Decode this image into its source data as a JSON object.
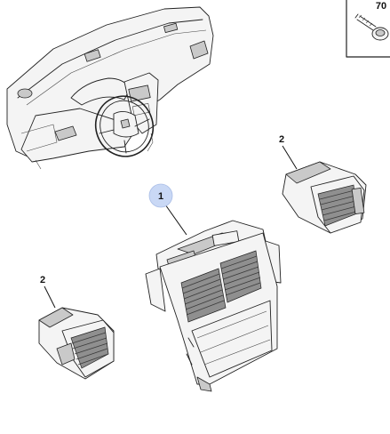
{
  "callouts": [
    {
      "id": "1",
      "label": "1",
      "highlighted": true
    },
    {
      "id": "2a",
      "label": "2",
      "highlighted": false
    },
    {
      "id": "2b",
      "label": "2",
      "highlighted": false
    },
    {
      "id": "70",
      "label": "70",
      "highlighted": false
    }
  ],
  "colors": {
    "highlight": "#c9d8f5",
    "line": "#222222",
    "grille": "#8f8f8f"
  }
}
